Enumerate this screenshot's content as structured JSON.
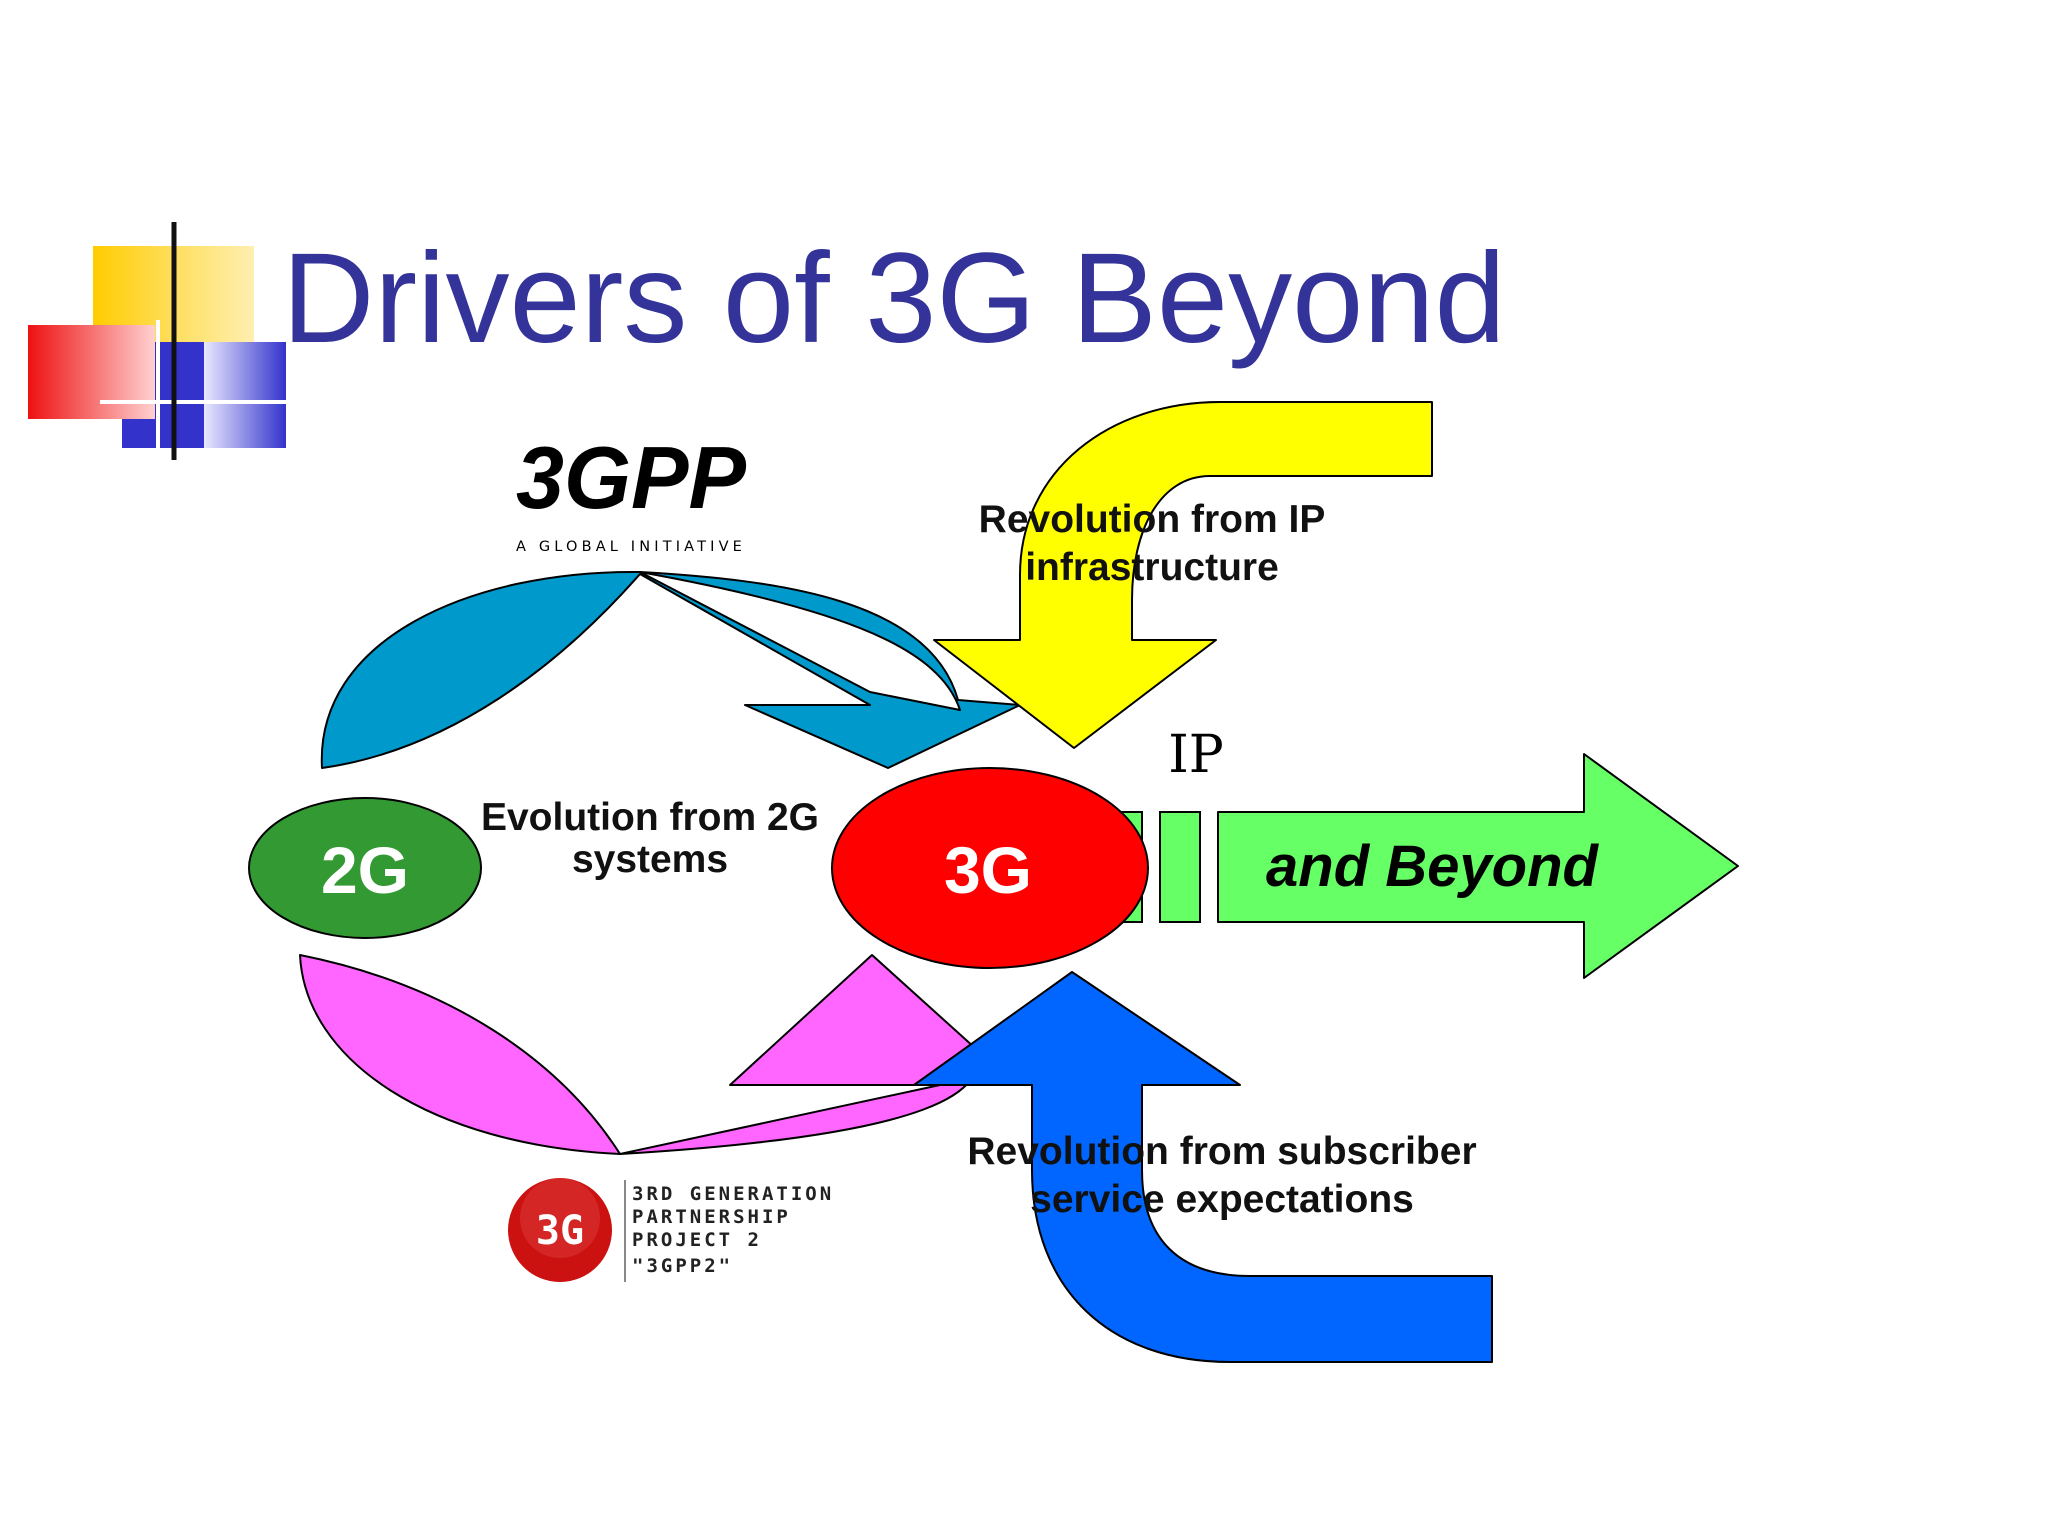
{
  "title": "Drivers of 3G Beyond",
  "colors": {
    "title": "#333399",
    "evolution_upper_arrow": "#0099CC",
    "evolution_lower_arrow": "#FF66FF",
    "ip_revolution_arrow": "#FFFF00",
    "subscriber_revolution_arrow": "#0066FF",
    "node_2g": "#339933",
    "node_3g": "#FF0000",
    "beyond_arrow": "#66FF66"
  },
  "logos": {
    "threegpp": {
      "mark": "3GPP",
      "tagline": "A GLOBAL INITIATIVE"
    },
    "threegpp2": {
      "badge": "3G",
      "lines": [
        "3RD GENERATION",
        "PARTNERSHIP",
        "PROJECT 2",
        "\"3GPP2\""
      ]
    }
  },
  "diagram": {
    "nodes": {
      "node_2g": "2G",
      "node_3g": "3G"
    },
    "evolution_label": [
      "Evolution from 2G",
      "systems"
    ],
    "ip_revolution_label": [
      "Revolution from IP",
      "infrastructure"
    ],
    "subscriber_revolution_label": [
      "Revolution from subscriber",
      "service expectations"
    ],
    "ip_label": "IP",
    "beyond_label": "and Beyond"
  }
}
